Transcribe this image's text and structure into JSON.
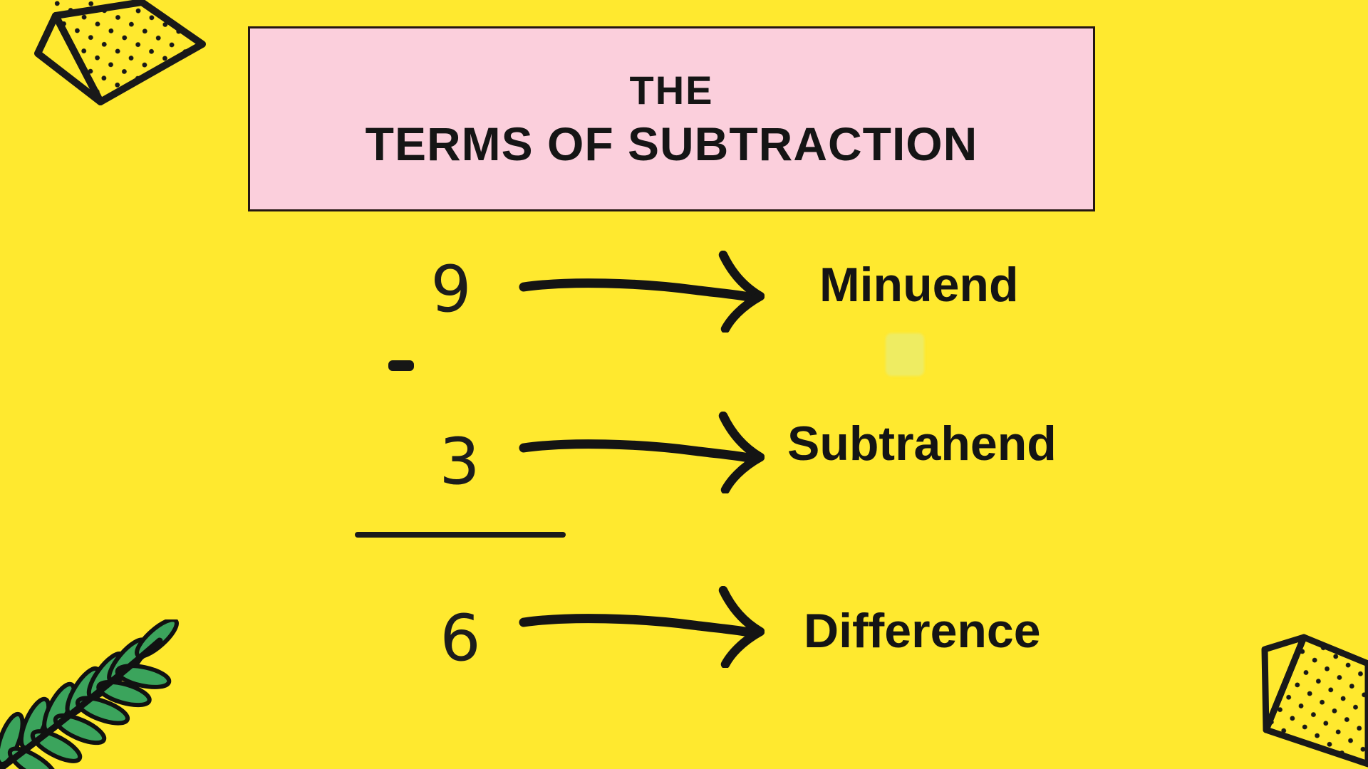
{
  "slide": {
    "background_color": "#FFE92F",
    "ink_color": "#1A1A1A",
    "title": {
      "line1": "THE",
      "line2": "TERMS OF SUBTRACTION",
      "box_color": "#FBCFDC",
      "box_border_color": "#241712"
    },
    "equation": {
      "operator": "-",
      "rows": [
        {
          "value": "9",
          "label": "Minuend"
        },
        {
          "value": "3",
          "label": "Subtrahend"
        },
        {
          "value": "6",
          "label": "Difference"
        }
      ]
    },
    "decorations": {
      "top_left": "triangular-prism-icon",
      "bottom_right": "triangular-prism-icon",
      "bottom_left": "fern-leaf-icon",
      "arrows": "hand-drawn-arrow-icon",
      "leaf_color": "#3BA45C",
      "highlight_color": "#E4EE82"
    }
  }
}
